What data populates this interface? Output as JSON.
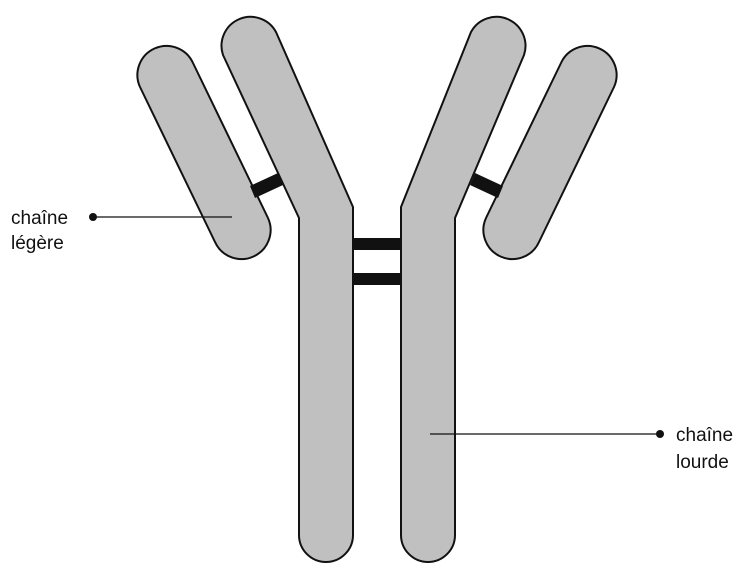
{
  "diagram": {
    "labels": {
      "light_chain": {
        "line1": "chaîne",
        "line2": "légère"
      },
      "heavy_chain": {
        "line1": "chaîne",
        "line2": "lourde"
      }
    },
    "colors": {
      "chain_fill": "#c0c0c0",
      "outline": "#111111",
      "background": "#ffffff"
    }
  }
}
